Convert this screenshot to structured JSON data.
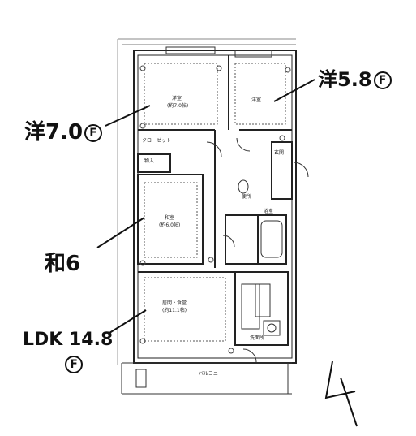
{
  "annotations": {
    "western7": {
      "label": "洋7.0",
      "mark": "F"
    },
    "western58": {
      "label": "洋5.8",
      "mark": "F"
    },
    "japanese6": {
      "label": "和6"
    },
    "ldk": {
      "label": "LDK 14.8",
      "mark": "F"
    },
    "direction_mark": "4"
  },
  "plan_labels": {
    "bedroom1": "洋室",
    "bedroom1_size": "(約7.0帖)",
    "bedroom2": "洋室",
    "closet": "クローゼット",
    "storage": "物入",
    "japanese_room": "和室",
    "japanese_size": "(約6.0帖)",
    "living": "居間・食堂",
    "living_size": "(約11.1帖)",
    "balcony": "バルコニー",
    "bath": "浴室",
    "washroom": "洗面所",
    "toilet": "便所",
    "entrance": "玄関"
  }
}
